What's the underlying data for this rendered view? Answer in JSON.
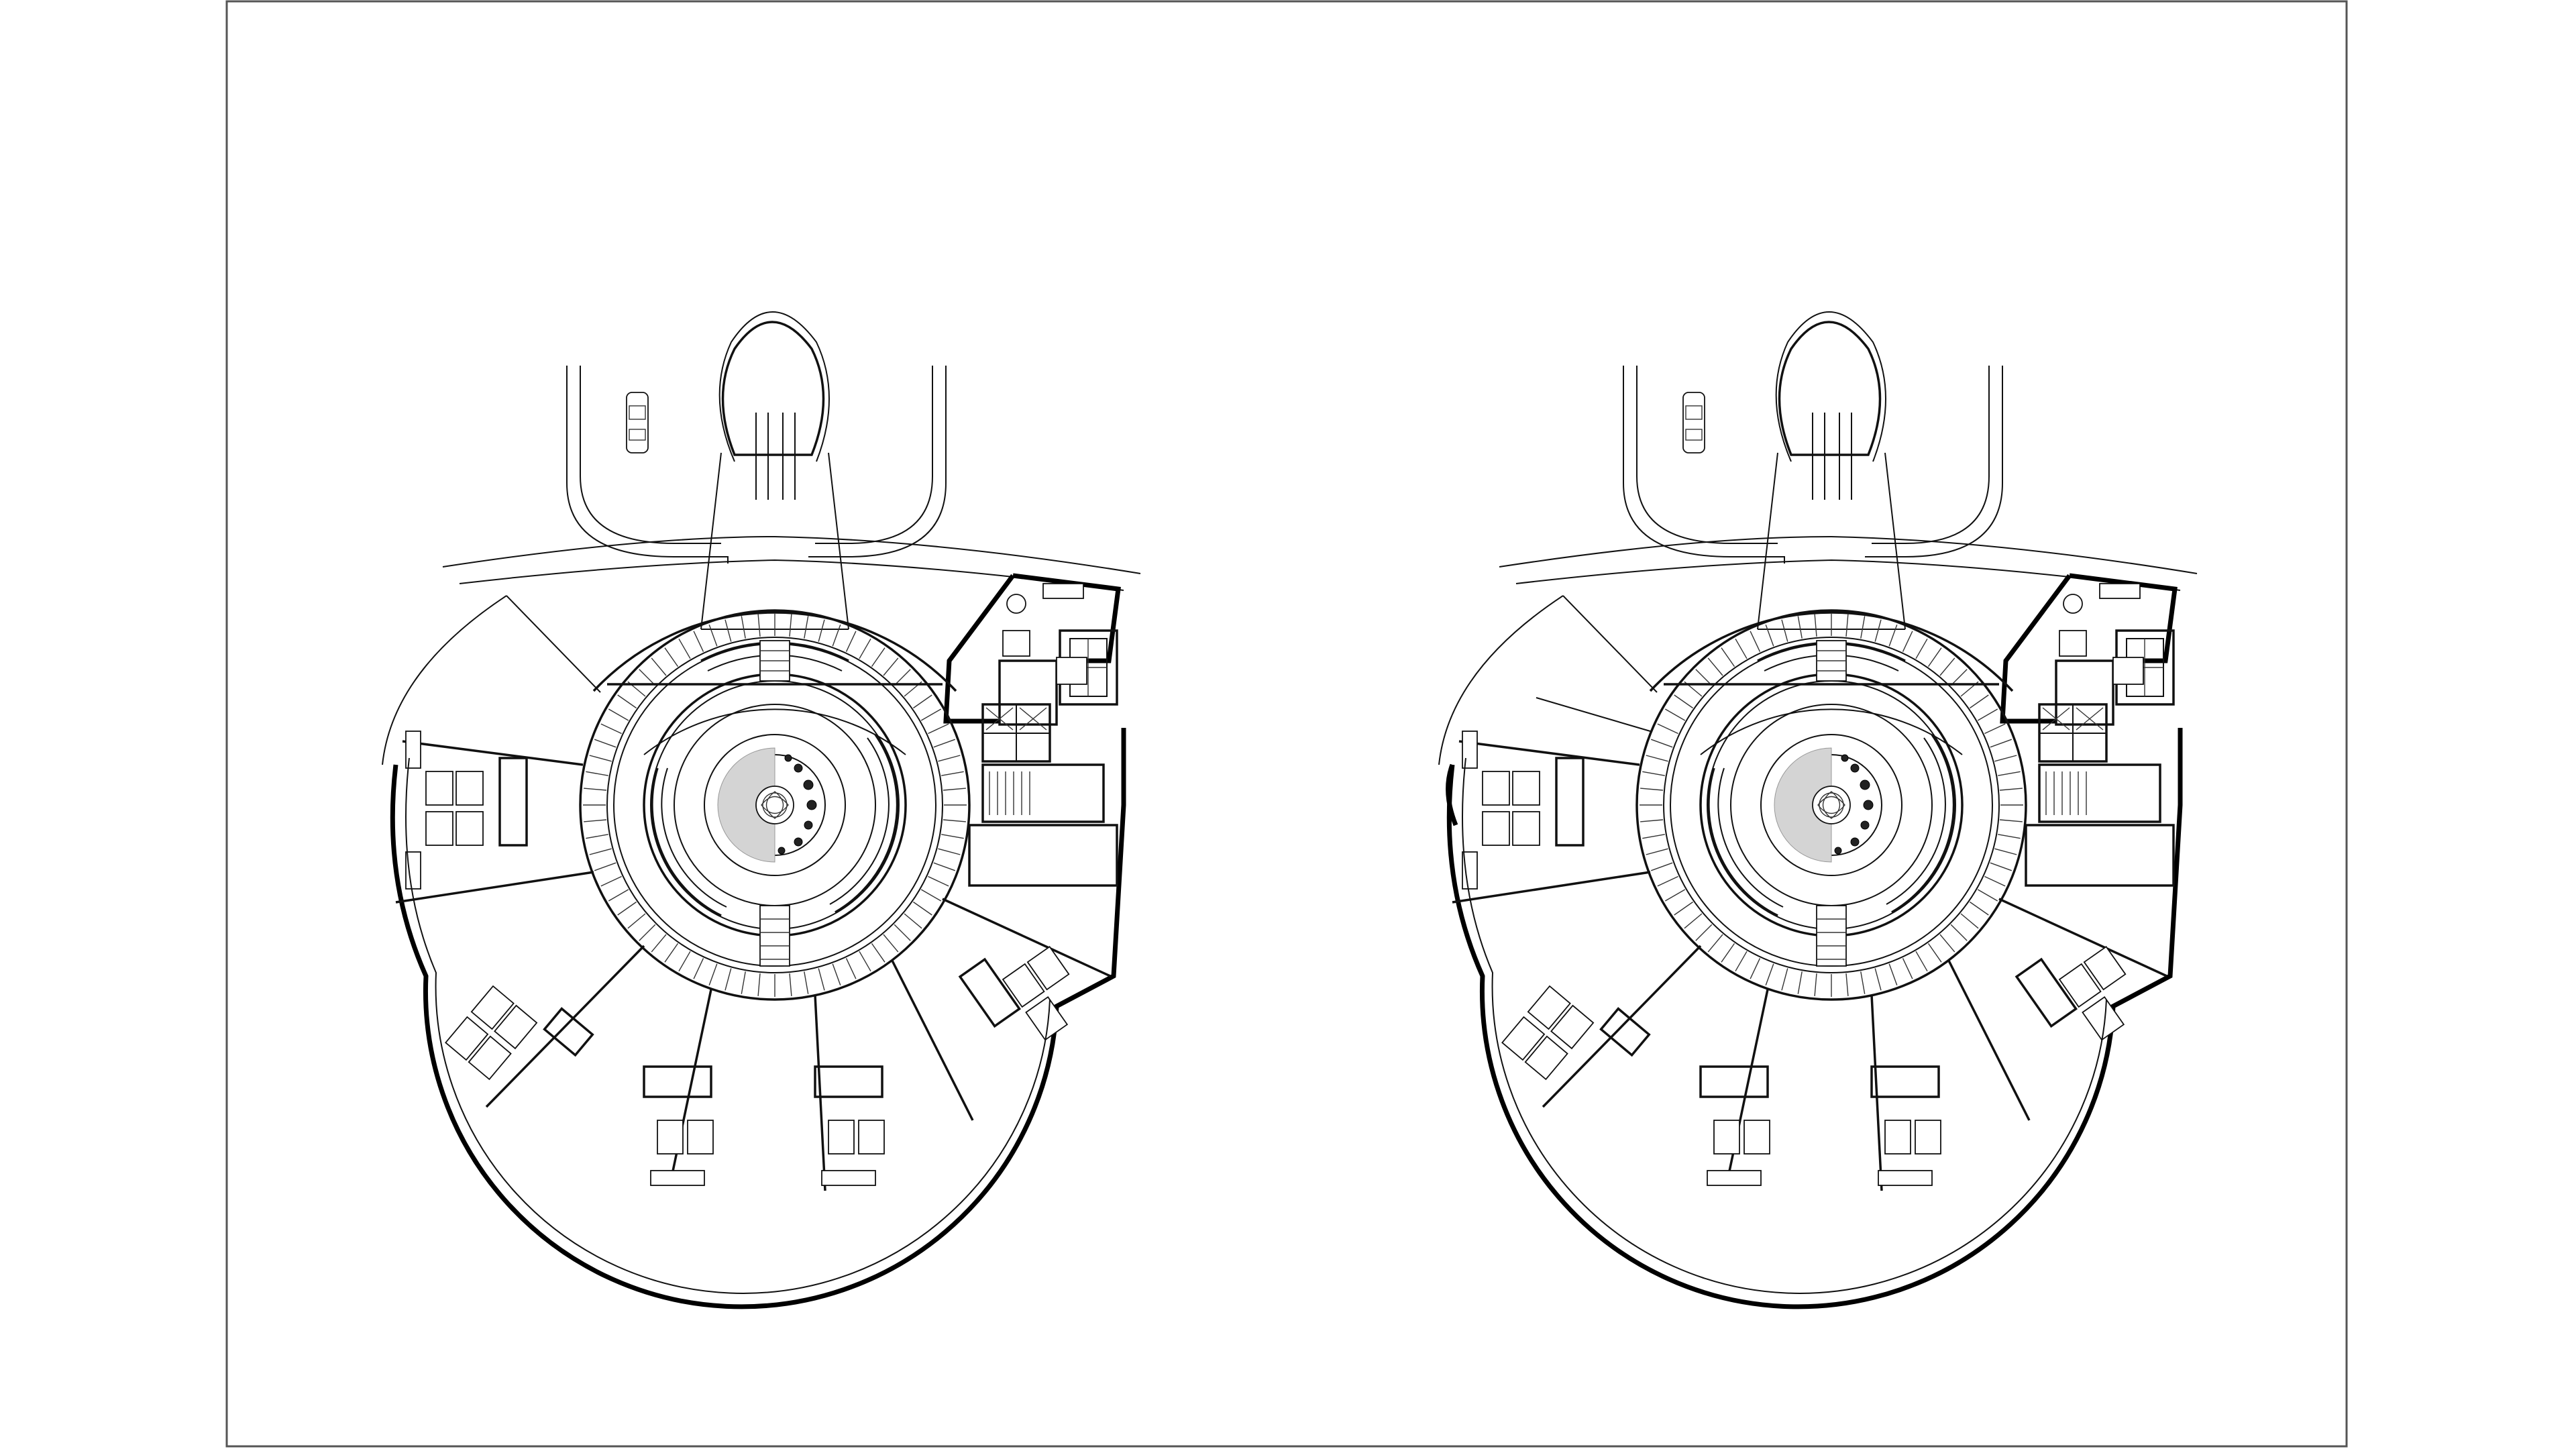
{
  "drawing": {
    "description_visible_text": "",
    "sheet_border_color": "#555555",
    "line_color": "#111111",
    "background": "#ffffff"
  },
  "plans": [
    {
      "id": "plan-left",
      "variant": "open-west-wedge"
    },
    {
      "id": "plan-right",
      "variant": "closed-west-wedge"
    }
  ]
}
